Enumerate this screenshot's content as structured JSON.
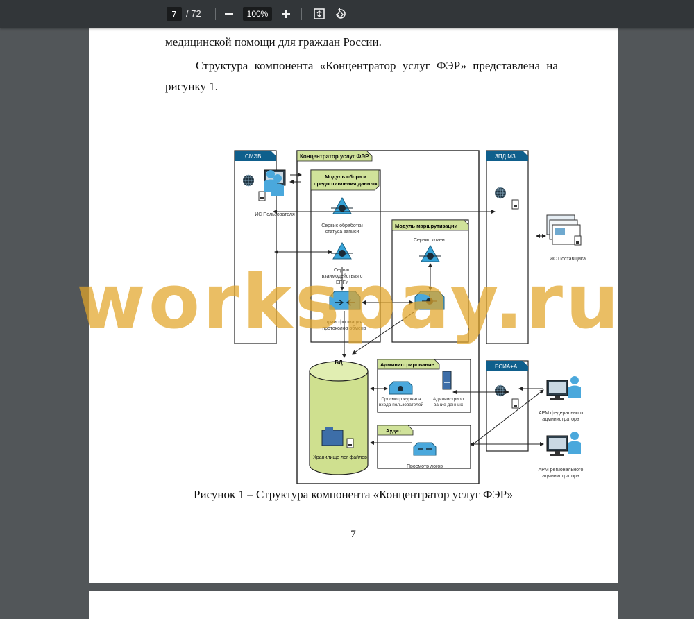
{
  "toolbar": {
    "current_page": "7",
    "total_pages": "/ 72",
    "zoom_level": "100%"
  },
  "document": {
    "line_1": "медицинской помощи для граждан России.",
    "line_2": "Структура компонента «Концентратор услуг ФЭР» представлена на",
    "line_3": "рисунку 1.",
    "caption": "Рисунок 1 – Структура компонента «Концентратор услуг ФЭР»",
    "page_number": "7"
  },
  "diagram": {
    "smev": "СМЭВ",
    "hub": "Концентратор услуг ФЭР",
    "module_collect_1": "Модуль сбора и",
    "module_collect_2": "предоставления данных",
    "module_routing": "Модуль маршрутизации",
    "zpd": "ЗПД МЗ",
    "esia": "ЕСИА+А",
    "db": "БД",
    "admin": "Администрирование",
    "audit": "Аудит",
    "user_is": "ИС Пользователя",
    "supplier_is": "ИС Поставщика",
    "status_service_1": "Сервис обработки",
    "status_service_2": "статуса записи",
    "interact_service_1": "Сервис",
    "interact_service_2": "взаимодействия с",
    "interact_service_3": "ЕПГУ",
    "service_client": "Сервис клиент",
    "transform_1": "трансформация",
    "transform_2": "протоколов обмена",
    "journal_1": "Просмотр журнала",
    "journal_2": "входа пользователей",
    "admin_data_1": "Администриро",
    "admin_data_2": "вание данных",
    "log_storage": "Хранилище лог файлов",
    "view_logs": "Просмотр логов",
    "arm_fed_1": "АРМ федерального",
    "arm_fed_2": "администратора",
    "arm_reg_1": "АРМ регионального",
    "arm_reg_2": "администратора"
  },
  "watermark": "workspay.ru",
  "colors": {
    "toolbar_bg": "#323639",
    "viewer_bg": "#525659",
    "diagram_label_blue": "#0f5f8c",
    "diagram_label_green": "#d0e29a",
    "db_fill": "#cfe08f",
    "watermark": "#e2a528"
  }
}
